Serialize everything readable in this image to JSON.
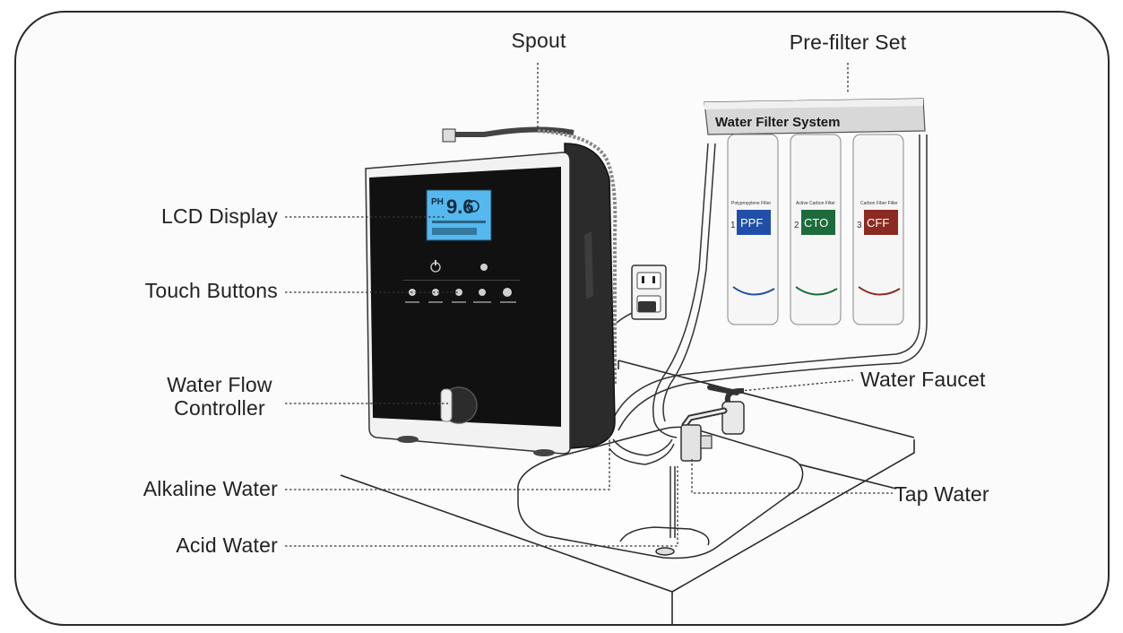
{
  "labels": {
    "spout": "Spout",
    "prefilter": "Pre-filter Set",
    "lcd": "LCD Display",
    "touch": "Touch Buttons",
    "flow_line1": "Water Flow",
    "flow_line2": "Controller",
    "alkaline": "Alkaline Water",
    "acid": "Acid Water",
    "faucet": "Water Faucet",
    "tap": "Tap Water"
  },
  "filter_system": {
    "header": "Water Filter System",
    "cartridges": [
      {
        "number": "1",
        "code": "PPF",
        "type": "Polypropylene Filter",
        "color": "#1f4fa8"
      },
      {
        "number": "2",
        "code": "CTO",
        "type": "Active Carbon Filter",
        "color": "#1d6b3a"
      },
      {
        "number": "3",
        "code": "CFF",
        "type": "Carbon Fiber Filter",
        "color": "#8b2a22"
      }
    ]
  },
  "device": {
    "screen": {
      "ph_label": "PH",
      "ph_value": "9.6"
    }
  },
  "colors": {
    "screen": "#55b8ee",
    "panel": "#111111",
    "line": "#222222"
  }
}
